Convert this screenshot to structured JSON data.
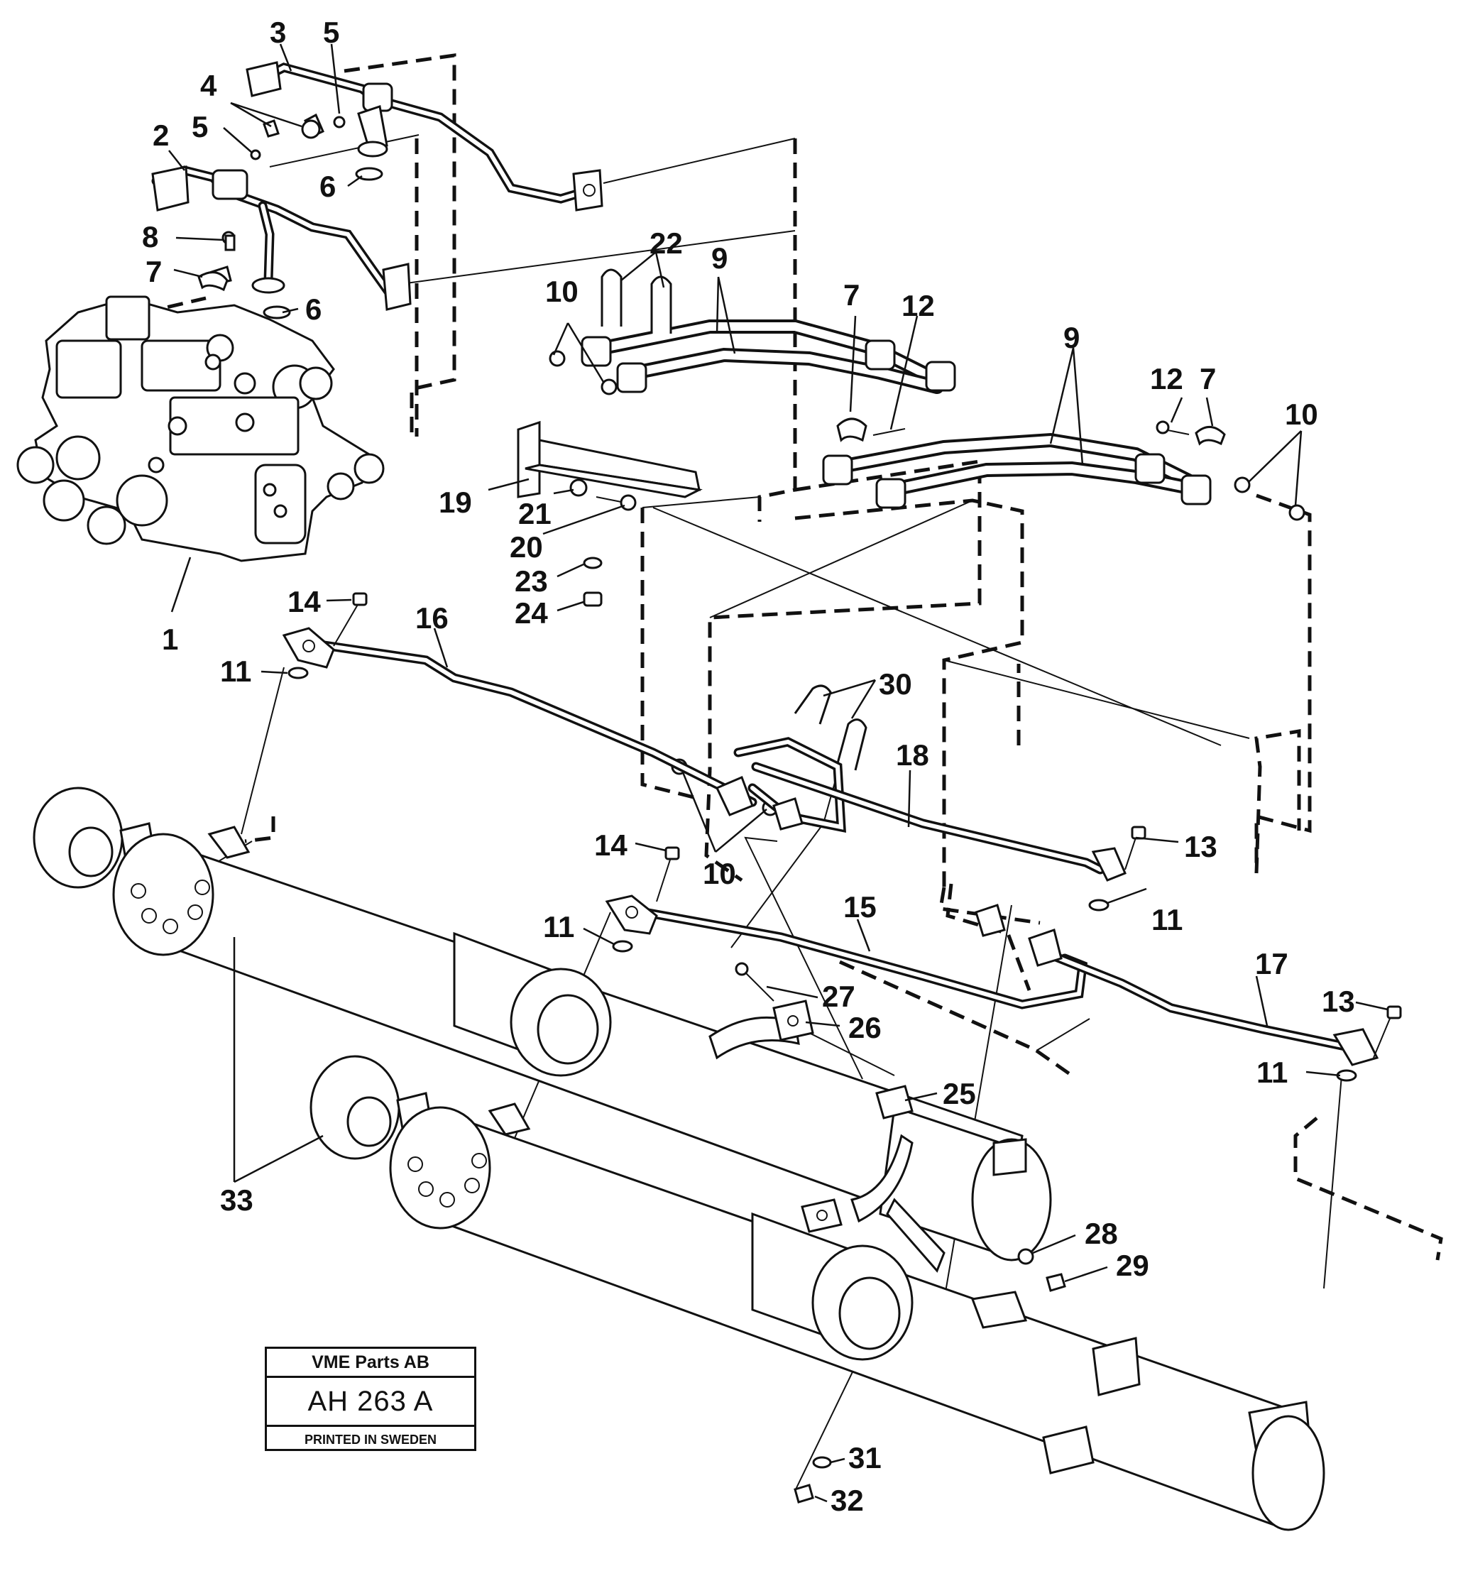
{
  "stamp": {
    "company": "VME Parts AB",
    "drawing_number": "AH 263 A",
    "printed": "PRINTED IN SWEDEN"
  },
  "callouts": [
    {
      "key": "c1",
      "text": "1"
    },
    {
      "key": "c2",
      "text": "2"
    },
    {
      "key": "c3",
      "text": "3"
    },
    {
      "key": "c4",
      "text": "4"
    },
    {
      "key": "c5a",
      "text": "5"
    },
    {
      "key": "c5b",
      "text": "5"
    },
    {
      "key": "c6a",
      "text": "6"
    },
    {
      "key": "c6b",
      "text": "6"
    },
    {
      "key": "c7a",
      "text": "7"
    },
    {
      "key": "c7b",
      "text": "7"
    },
    {
      "key": "c7c",
      "text": "7"
    },
    {
      "key": "c8",
      "text": "8"
    },
    {
      "key": "c9a",
      "text": "9"
    },
    {
      "key": "c9b",
      "text": "9"
    },
    {
      "key": "c10a",
      "text": "10"
    },
    {
      "key": "c10b",
      "text": "10"
    },
    {
      "key": "c10c",
      "text": "10"
    },
    {
      "key": "c11a",
      "text": "11"
    },
    {
      "key": "c11b",
      "text": "11"
    },
    {
      "key": "c11c",
      "text": "11"
    },
    {
      "key": "c11d",
      "text": "11"
    },
    {
      "key": "c12a",
      "text": "12"
    },
    {
      "key": "c12b",
      "text": "12"
    },
    {
      "key": "c13a",
      "text": "13"
    },
    {
      "key": "c13b",
      "text": "13"
    },
    {
      "key": "c14a",
      "text": "14"
    },
    {
      "key": "c14b",
      "text": "14"
    },
    {
      "key": "c15",
      "text": "15"
    },
    {
      "key": "c16",
      "text": "16"
    },
    {
      "key": "c17",
      "text": "17"
    },
    {
      "key": "c18",
      "text": "18"
    },
    {
      "key": "c19",
      "text": "19"
    },
    {
      "key": "c20",
      "text": "20"
    },
    {
      "key": "c21",
      "text": "21"
    },
    {
      "key": "c22",
      "text": "22"
    },
    {
      "key": "c23",
      "text": "23"
    },
    {
      "key": "c24",
      "text": "24"
    },
    {
      "key": "c25",
      "text": "25"
    },
    {
      "key": "c26",
      "text": "26"
    },
    {
      "key": "c27",
      "text": "27"
    },
    {
      "key": "c28",
      "text": "28"
    },
    {
      "key": "c29",
      "text": "29"
    },
    {
      "key": "c30",
      "text": "30"
    },
    {
      "key": "c31",
      "text": "31"
    },
    {
      "key": "c32",
      "text": "32"
    },
    {
      "key": "c33",
      "text": "33"
    }
  ]
}
